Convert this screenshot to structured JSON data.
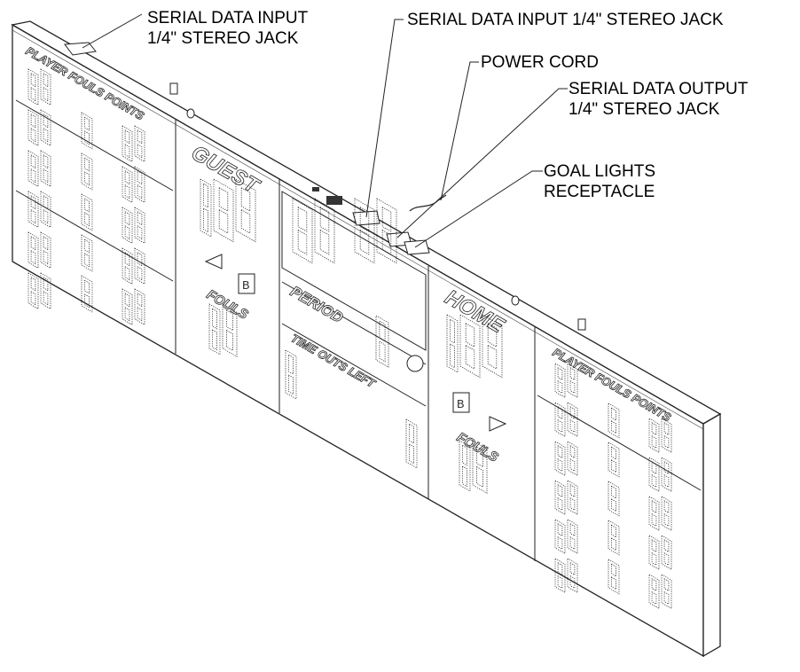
{
  "callouts": {
    "serial_input_left": {
      "line1": "SERIAL DATA INPUT",
      "line2": "1/4\" STEREO JACK"
    },
    "serial_input_center": {
      "text": "SERIAL DATA INPUT 1/4\" STEREO JACK"
    },
    "power_cord": {
      "text": "POWER CORD"
    },
    "serial_output": {
      "line1": "SERIAL DATA OUTPUT",
      "line2": "1/4\" STEREO JACK"
    },
    "goal_lights": {
      "line1": "GOAL LIGHTS",
      "line2": "RECEPTACLE"
    }
  },
  "scoreboard": {
    "left_roster_header": "PLAYER FOULS POINTS",
    "right_roster_header": "PLAYER FOULS POINTS",
    "guest_label": "GUEST",
    "home_label": "HOME",
    "fouls_label_guest": "FOULS",
    "fouls_label_home": "FOULS",
    "period_label": "PERIOD",
    "timeouts_label": "TIME OUTS LEFT",
    "guest_bonus": "B",
    "home_bonus": "B"
  }
}
